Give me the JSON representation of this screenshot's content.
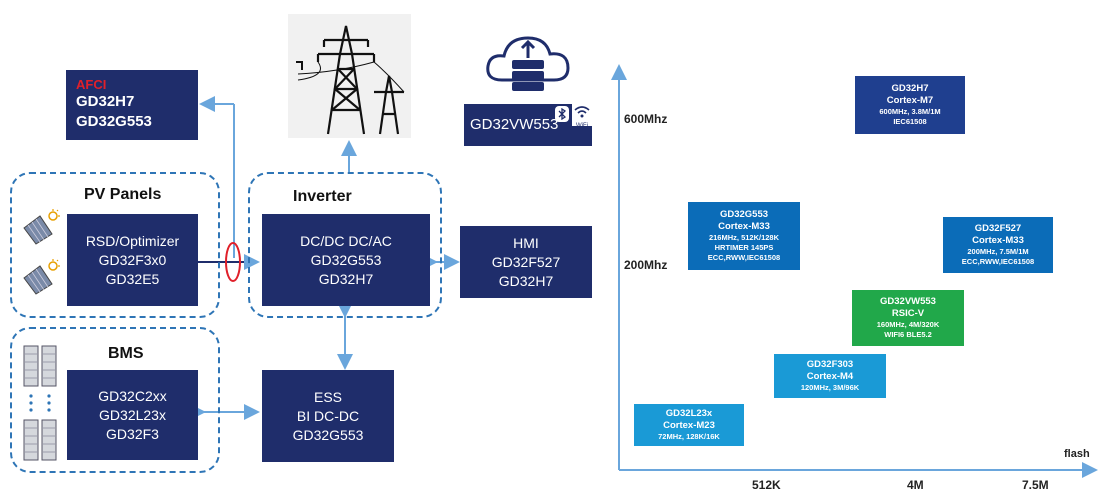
{
  "afci_box": {
    "tag": "AFCI",
    "lines": [
      "GD32H7",
      "GD32G553"
    ]
  },
  "pv_panels": {
    "title": "PV Panels",
    "lines": [
      "RSD/Optimizer",
      "GD32F3x0",
      "GD32E5"
    ]
  },
  "inverter": {
    "title": "Inverter",
    "lines": [
      "DC/DC DC/AC",
      "GD32G553",
      "GD32H7"
    ]
  },
  "hmi": {
    "lines": [
      "HMI",
      "GD32F527",
      "GD32H7"
    ]
  },
  "bms": {
    "title": "BMS",
    "lines": [
      "GD32C2xx",
      "GD32L23x",
      "GD32F3"
    ]
  },
  "ess": {
    "lines": [
      "ESS",
      "BI DC-DC",
      "GD32G553"
    ]
  },
  "cloud": {
    "label": "GD32VW553",
    "wifi": "WiFi"
  },
  "colors": {
    "dark_navy": "#1f2d6b",
    "dash_blue": "#2e75b6",
    "arrow_blue": "#6aa6dc",
    "afci_red": "#e0202a",
    "chip_blue": "#0b6cb8",
    "chip_cyan": "#1a9ad6",
    "chip_green": "#21a84a"
  },
  "chart": {
    "y_labels": [
      "600Mhz",
      "200Mhz"
    ],
    "x_labels": [
      "512K",
      "4M",
      "7.5M"
    ],
    "x_axis_title": "flash",
    "chips": [
      {
        "name": "GD32H7",
        "core": "Cortex-M7",
        "specs": [
          "600MHz, 3.8M/1M",
          "IEC61508"
        ],
        "color": "#1f3f8f"
      },
      {
        "name": "GD32G553",
        "core": "Cortex-M33",
        "specs": [
          "216MHz, 512K/128K",
          "HRTIMER  145PS",
          "ECC,RWW,IEC61508"
        ],
        "color": "#0b6cb8"
      },
      {
        "name": "GD32F527",
        "core": "Cortex-M33",
        "specs": [
          "200MHz, 7.5M/1M",
          "ECC,RWW,IEC61508"
        ],
        "color": "#0b6cb8"
      },
      {
        "name": "GD32VW553",
        "core": "RSIC-V",
        "specs": [
          "160MHz, 4M/320K",
          "WIFI6 BLE5.2"
        ],
        "color": "#21a84a"
      },
      {
        "name": "GD32F303",
        "core": "Cortex-M4",
        "specs": [
          "120MHz, 3M/96K"
        ],
        "color": "#1a9ad6"
      },
      {
        "name": "GD32L23x",
        "core": "Cortex-M23",
        "specs": [
          "72MHz, 128K/16K"
        ],
        "color": "#1a9ad6"
      }
    ]
  }
}
